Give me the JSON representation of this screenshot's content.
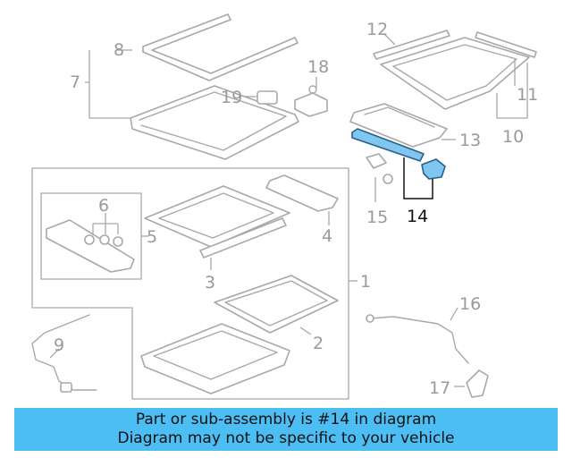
{
  "labels": {
    "c1": "1",
    "c2": "2",
    "c3": "3",
    "c4": "4",
    "c5": "5",
    "c6": "6",
    "c7": "7",
    "c8": "8",
    "c9": "9",
    "c10": "10",
    "c11": "11",
    "c12": "12",
    "c13": "13",
    "c14": "14",
    "c15": "15",
    "c16": "16",
    "c17": "17",
    "c18": "18",
    "c19": "19"
  },
  "highlight": {
    "part": "14",
    "color": "#7fc6f0"
  },
  "banner": {
    "line1": "Part or sub-assembly is #14 in diagram",
    "line2": "Diagram may not be specific to your vehicle",
    "color": "#4dbef4"
  }
}
